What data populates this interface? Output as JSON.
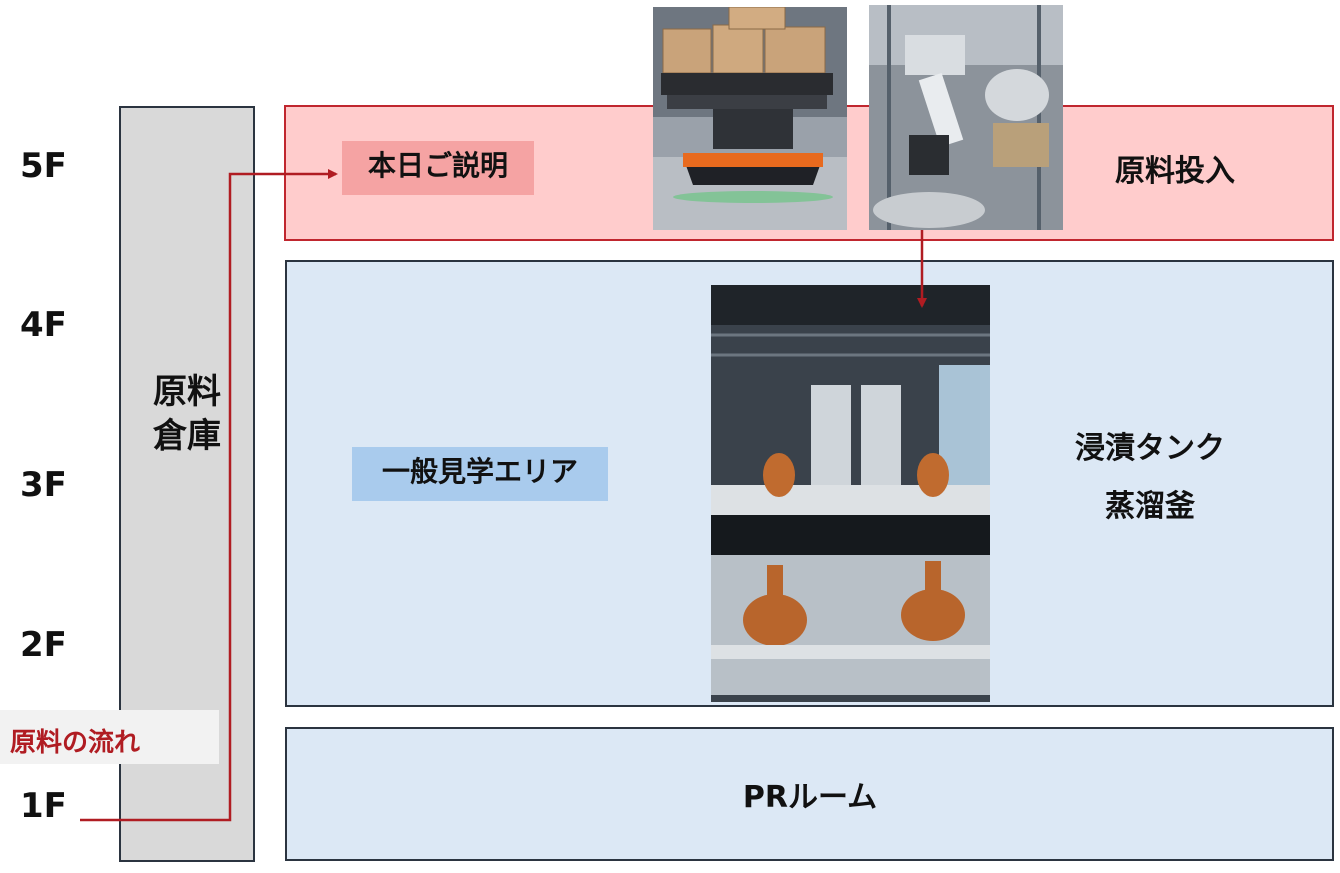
{
  "floors": [
    "5F",
    "4F",
    "3F",
    "2F",
    "1F"
  ],
  "warehouse": {
    "line1": "原料",
    "line2": "倉庫"
  },
  "floor5": {
    "today_tag": "本日ご説明",
    "right_label": "原料投入"
  },
  "floor2to4": {
    "general_tag": "一般見学エリア",
    "right_line1": "浸漬タンク",
    "right_line2": "蒸溜釜"
  },
  "floor1": {
    "label": "PRルーム"
  },
  "legend": {
    "flow": "原料の流れ"
  },
  "colors": {
    "flow_line": "#b01c22",
    "floor5_fill": "#ffcccc",
    "floor5_border": "#c0262e",
    "area_fill": "#dce8f5",
    "warehouse_fill": "#d9d9d9"
  }
}
